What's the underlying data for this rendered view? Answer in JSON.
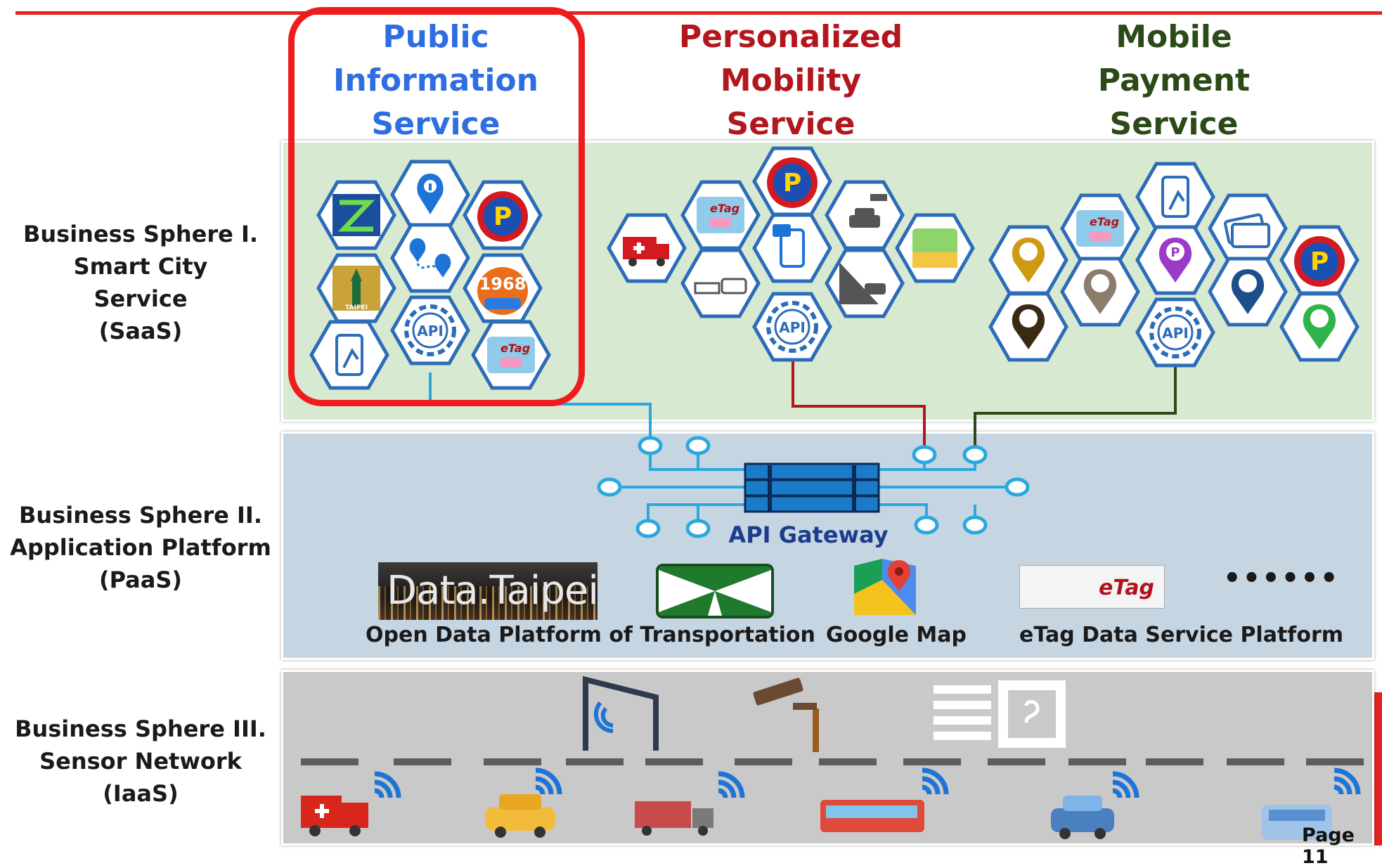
{
  "columns": {
    "public": [
      "Public",
      "Information",
      "Service"
    ],
    "mobility": [
      "Personalized",
      "Mobility",
      "Service"
    ],
    "payment": [
      "Mobile",
      "Payment",
      "Service"
    ]
  },
  "spheres": {
    "one": [
      "Business Sphere I.",
      "Smart City",
      "Service",
      "(SaaS)"
    ],
    "two": [
      "Business Sphere II.",
      "Application Platform",
      "(PaaS)"
    ],
    "three": [
      "Business Sphere III.",
      "Sensor Network",
      "(IaaS)"
    ]
  },
  "gateway": {
    "label": "API Gateway"
  },
  "hex_labels": {
    "api": "API",
    "parking": "P",
    "bus_app": "1968",
    "etag": "eTag",
    "taipei": "TAIPEI"
  },
  "platforms": {
    "open_data": "Open Data Platform of Transportation",
    "google_map": "Google Map",
    "etag": "eTag Data Service Platform",
    "more": "••••••"
  },
  "logos": {
    "data_taipei": "Data.Taipei",
    "etag": "eTag"
  },
  "page": "Page 11",
  "colors": {
    "accent_red": "#ee1c1c",
    "public_blue": "#2f6ee0",
    "mobility_red": "#b3171e",
    "payment_green": "#2c4a18",
    "wire_blue": "#2aa8e0",
    "hex_border": "#2c6cb8"
  }
}
